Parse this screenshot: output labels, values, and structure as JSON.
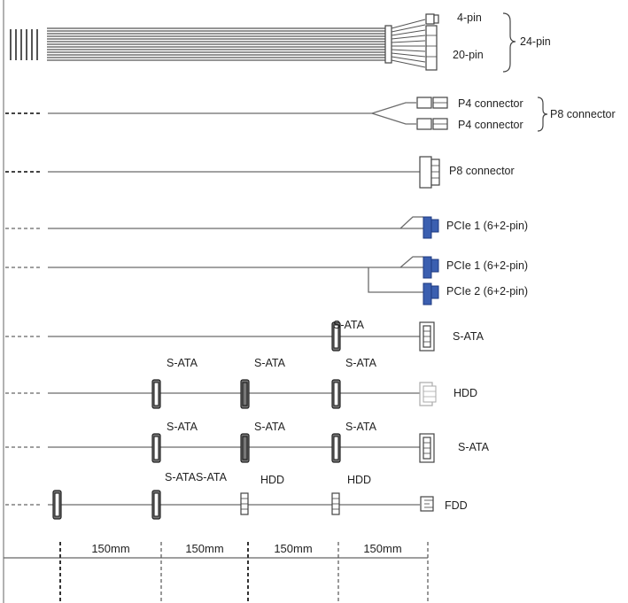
{
  "labels": {
    "pin4": "4-pin",
    "pin20": "20-pin",
    "pin24": "24-pin",
    "p4_a": "P4 connector",
    "p4_b": "P4 connector",
    "p8_group": "P8 connector",
    "p8_single": "P8 connector",
    "pcie_single": "PCIe 1 (6+2-pin)",
    "pcie_dual_1": "PCIe 1 (6+2-pin)",
    "pcie_dual_2": "PCIe 2 (6+2-pin)",
    "row6_sata_mid": "S-ATA",
    "row6_sata_end": "S-ATA",
    "row7_sata1": "S-ATA",
    "row7_sata2": "S-ATA",
    "row7_sata3": "S-ATA",
    "row7_end": "HDD",
    "row8_sata1": "S-ATA",
    "row8_sata2": "S-ATA",
    "row8_sata3": "S-ATA",
    "row8_end": "S-ATA",
    "row9_sata": "S-ATAS-ATA",
    "row9_hdd1": "HDD",
    "row9_hdd2": "HDD",
    "row9_end": "FDD"
  },
  "dimensions": {
    "seg1": "150mm",
    "seg2": "150mm",
    "seg3": "150mm",
    "seg4": "150mm"
  }
}
